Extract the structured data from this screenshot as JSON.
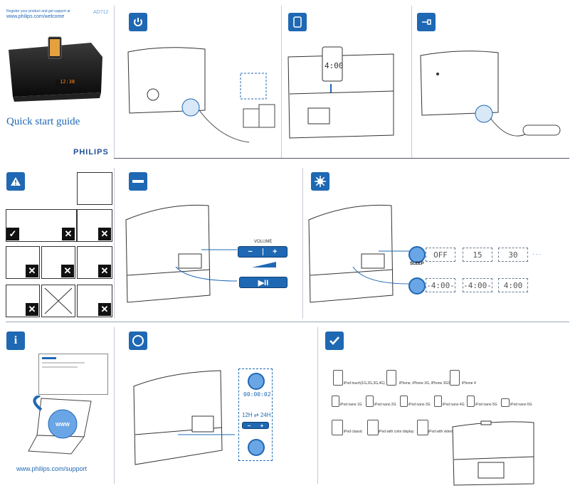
{
  "header": {
    "register_line": "Register your product and get support at",
    "url": "www.philips.com/welcome",
    "model": "AD712"
  },
  "cover": {
    "title": "Quick start guide",
    "brand": "PHILIPS",
    "device_display": "12:38"
  },
  "sections": {
    "power_icon": "power-icon",
    "dock_icon": "iphone-icon",
    "aux_icon": "aux-cable-icon",
    "warning_icon": "warning-icon",
    "minus_icon": "minus-icon",
    "gear_icon": "gear-icon",
    "info_icon": "info-icon",
    "circle_icon": "circle-icon",
    "check_icon": "check-icon"
  },
  "dock_screen": "4:00",
  "volume": {
    "label": "VOLUME",
    "minus": "−",
    "plus": "+",
    "play_pause": "▶II"
  },
  "sleep": {
    "label": "SLEEP",
    "steps": [
      "OFF",
      "15",
      "30"
    ],
    "ellipsis": "· · ·",
    "flash": [
      "-4:00-",
      "-4:00-",
      "4:00"
    ]
  },
  "clock_setup": {
    "timer": "00:00:02",
    "format": "12H ⇄ 24H",
    "minus": "−",
    "plus": "+"
  },
  "support_url": "www.philips.com/support",
  "website_tag": "WWW",
  "compatible": {
    "row1": [
      "iPod touch(1G,2G,3G,4G)",
      "iPhone, iPhone 3G, iPhone 3GS",
      "iPhone 4"
    ],
    "row2": [
      "iPod nano 1G",
      "iPod nano 2G",
      "iPod nano 3G",
      "iPod nano 4G",
      "iPod nano 5G",
      "iPod nano 6G"
    ],
    "row3": [
      "iPod classic",
      "iPod with color display",
      "iPod with video"
    ]
  },
  "colors": {
    "accent": "#1f68b3",
    "light_accent": "#6aa6e6"
  }
}
